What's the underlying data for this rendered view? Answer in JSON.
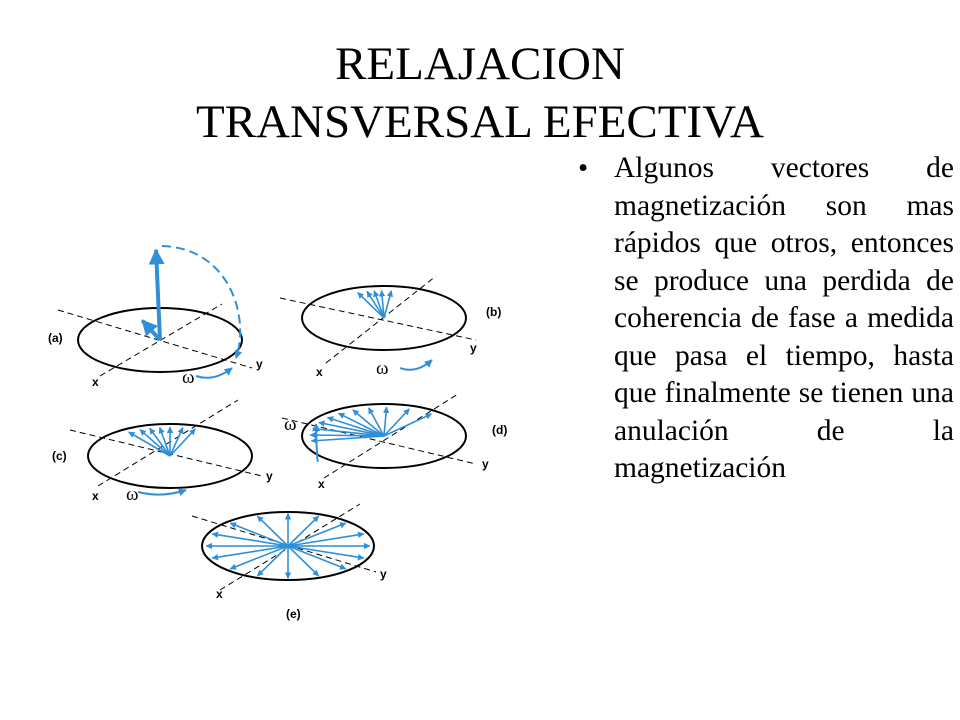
{
  "slide": {
    "title_lines": [
      "RELAJACION",
      "TRANSVERSAL EFECTIVA"
    ],
    "bullet": {
      "marker": "•",
      "text": "Algunos vectores de magnetización son mas rápidos que otros, entonces se produce una perdida de coherencia de fase a medida que pasa el tiempo, hasta que finalmente se tienen una anulación de la magnetización"
    }
  },
  "diagram": {
    "colors": {
      "vector": "#2f8fd8",
      "outline": "#000000"
    },
    "panels": [
      {
        "id": "a",
        "label": "(a)",
        "x_label": "x",
        "y_label": "y",
        "omega_label": "ω",
        "vector_count": 1
      },
      {
        "id": "b",
        "label": "(b)",
        "x_label": "x",
        "y_label": "y",
        "omega_label": "ω",
        "vector_count": 5
      },
      {
        "id": "c",
        "label": "(c)",
        "x_label": "x",
        "y_label": "y",
        "omega_label": "ω",
        "vector_count": 7
      },
      {
        "id": "d",
        "label": "(d)",
        "x_label": "x",
        "y_label": "y",
        "omega_label": "ω",
        "vector_count": 11
      },
      {
        "id": "e",
        "label": "(e)",
        "x_label": "x",
        "y_label": "y",
        "omega_label": "",
        "vector_count": 16
      }
    ]
  }
}
